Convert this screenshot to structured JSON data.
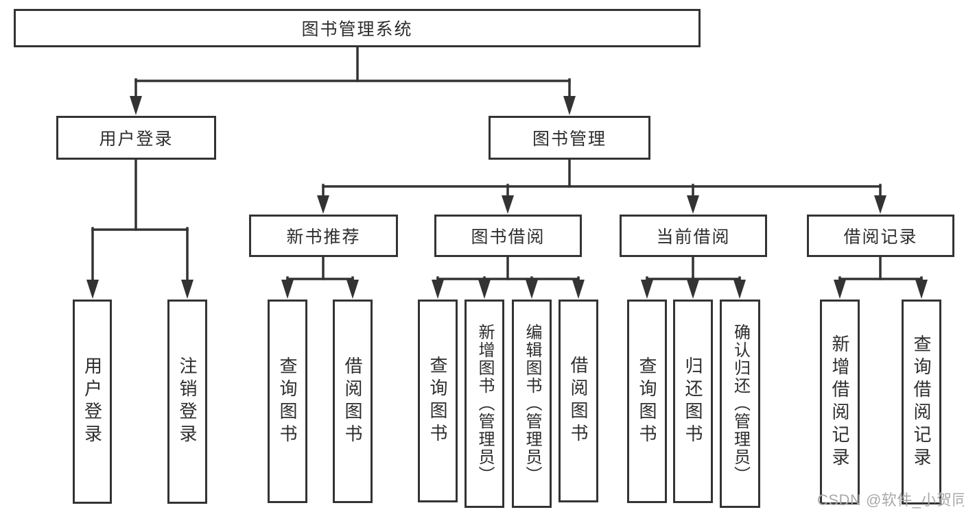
{
  "colors": {
    "line": "#333333",
    "box_border": "#333333",
    "text": "#2d2d2d",
    "watermark": "#a9a9a9",
    "background": "#ffffff"
  },
  "watermark": {
    "text": "CSDN @软件_小贺同学"
  },
  "diagram": {
    "type": "hierarchy-tree",
    "root": {
      "label": "图书管理系统",
      "children": [
        {
          "label": "用户登录",
          "children": [
            {
              "label": "用户登录"
            },
            {
              "label": "注销登录"
            }
          ]
        },
        {
          "label": "图书管理",
          "children": [
            {
              "label": "新书推荐",
              "children": [
                {
                  "label": "查询图书"
                },
                {
                  "label": "借阅图书"
                }
              ]
            },
            {
              "label": "图书借阅",
              "children": [
                {
                  "label": "查询图书"
                },
                {
                  "label": "新增图书（管理员）"
                },
                {
                  "label": "编辑图书（管理员）"
                },
                {
                  "label": "借阅图书"
                }
              ]
            },
            {
              "label": "当前借阅",
              "children": [
                {
                  "label": "查询图书"
                },
                {
                  "label": "归还图书"
                },
                {
                  "label": "确认归还（管理员）"
                }
              ]
            },
            {
              "label": "借阅记录",
              "children": [
                {
                  "label": "新增借阅记录"
                },
                {
                  "label": "查询借阅记录"
                }
              ]
            }
          ]
        }
      ]
    }
  }
}
